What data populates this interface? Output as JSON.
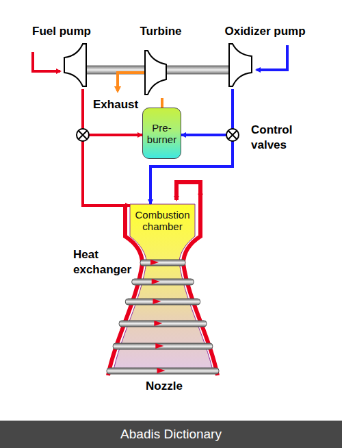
{
  "diagram": {
    "nodes": [
      {
        "text": [
          "Fuel pump"
        ]
      },
      {
        "text": [
          "Turbine"
        ]
      },
      {
        "text": [
          "Oxidizer pump"
        ]
      },
      {
        "text": [
          "Pre- burner"
        ]
      },
      {
        "text": [
          "Combustion chamber"
        ]
      }
    ],
    "edges": [
      {
        "from": 0,
        "to": 3,
        "arrow": "to"
      },
      {
        "from": 2,
        "to": 3,
        "arrow": "to"
      },
      {
        "from": 3,
        "to": 1,
        "arrow": "none"
      },
      {
        "from": 2,
        "to": 4,
        "arrow": "to"
      },
      {
        "from": 0,
        "to": 4,
        "arrow": "to"
      }
    ],
    "labels": [
      "Exhaust",
      "Control valves",
      "Heat exchanger",
      "Nozzle",
      "Abadis Dictionary"
    ]
  }
}
